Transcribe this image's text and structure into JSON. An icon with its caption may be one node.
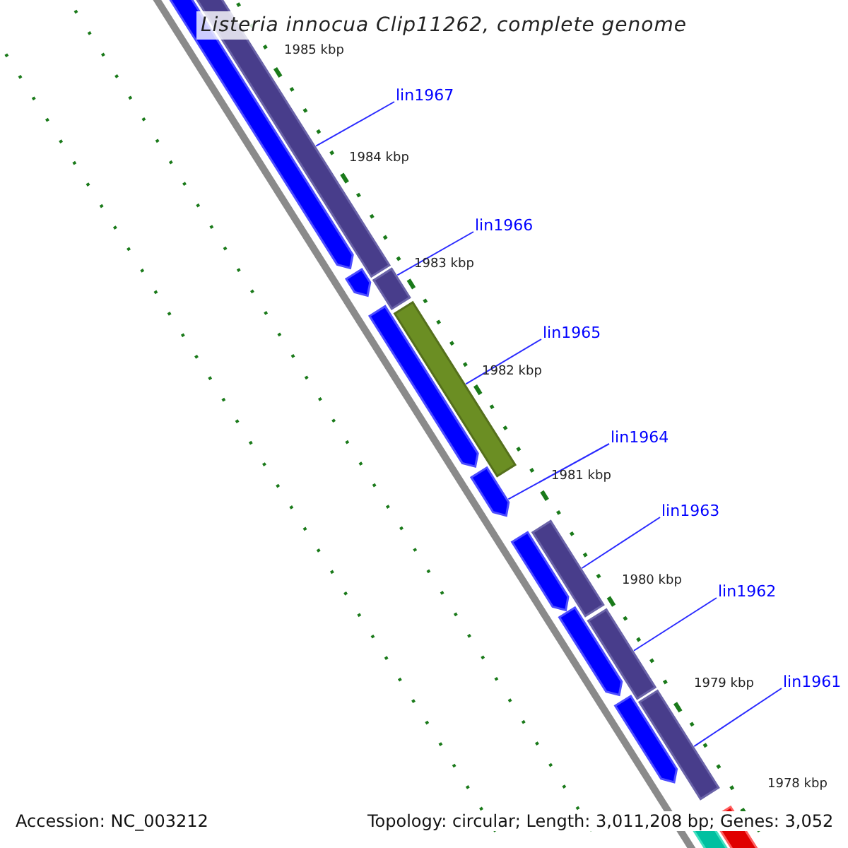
{
  "diagram": {
    "title": "Listeria innocua Clip11262, complete genome",
    "nodes": [
      {
        "text": [
          "lin1967"
        ]
      },
      {
        "text": [
          "lin1966"
        ]
      },
      {
        "text": [
          "lin1965"
        ]
      },
      {
        "text": [
          "lin1964"
        ]
      },
      {
        "text": [
          "lin1963"
        ]
      },
      {
        "text": [
          "lin1962"
        ]
      },
      {
        "text": [
          "lin1961"
        ]
      },
      {
        "text": [],
        "shape": "bar"
      },
      {
        "text": [],
        "shape": "bar"
      },
      {
        "text": [],
        "shape": "bar"
      },
      {
        "text": [],
        "shape": "bar"
      },
      {
        "text": [],
        "shape": "bar"
      },
      {
        "text": [],
        "shape": "bar"
      },
      {
        "text": [],
        "shape": "bar"
      }
    ],
    "edges": [
      {
        "from": 0,
        "to": 7,
        "arrow": "none"
      },
      {
        "from": 1,
        "to": 8,
        "arrow": "none"
      },
      {
        "from": 2,
        "to": 9,
        "arrow": "none"
      },
      {
        "from": 3,
        "to": 10,
        "arrow": "none"
      },
      {
        "from": 4,
        "to": 11,
        "arrow": "none"
      },
      {
        "from": 5,
        "to": 12,
        "arrow": "none"
      },
      {
        "from": 6,
        "to": 13,
        "arrow": "none"
      }
    ],
    "labels": [
      "1985 kbp",
      "1984 kbp",
      "1983 kbp",
      "1982 kbp",
      "1981 kbp",
      "1980 kbp",
      "1979 kbp",
      "1978 kbp",
      "Accession: NC_003212",
      "Topology: circular; Length: 3,011,208 bp; Genes: 3,052"
    ]
  }
}
